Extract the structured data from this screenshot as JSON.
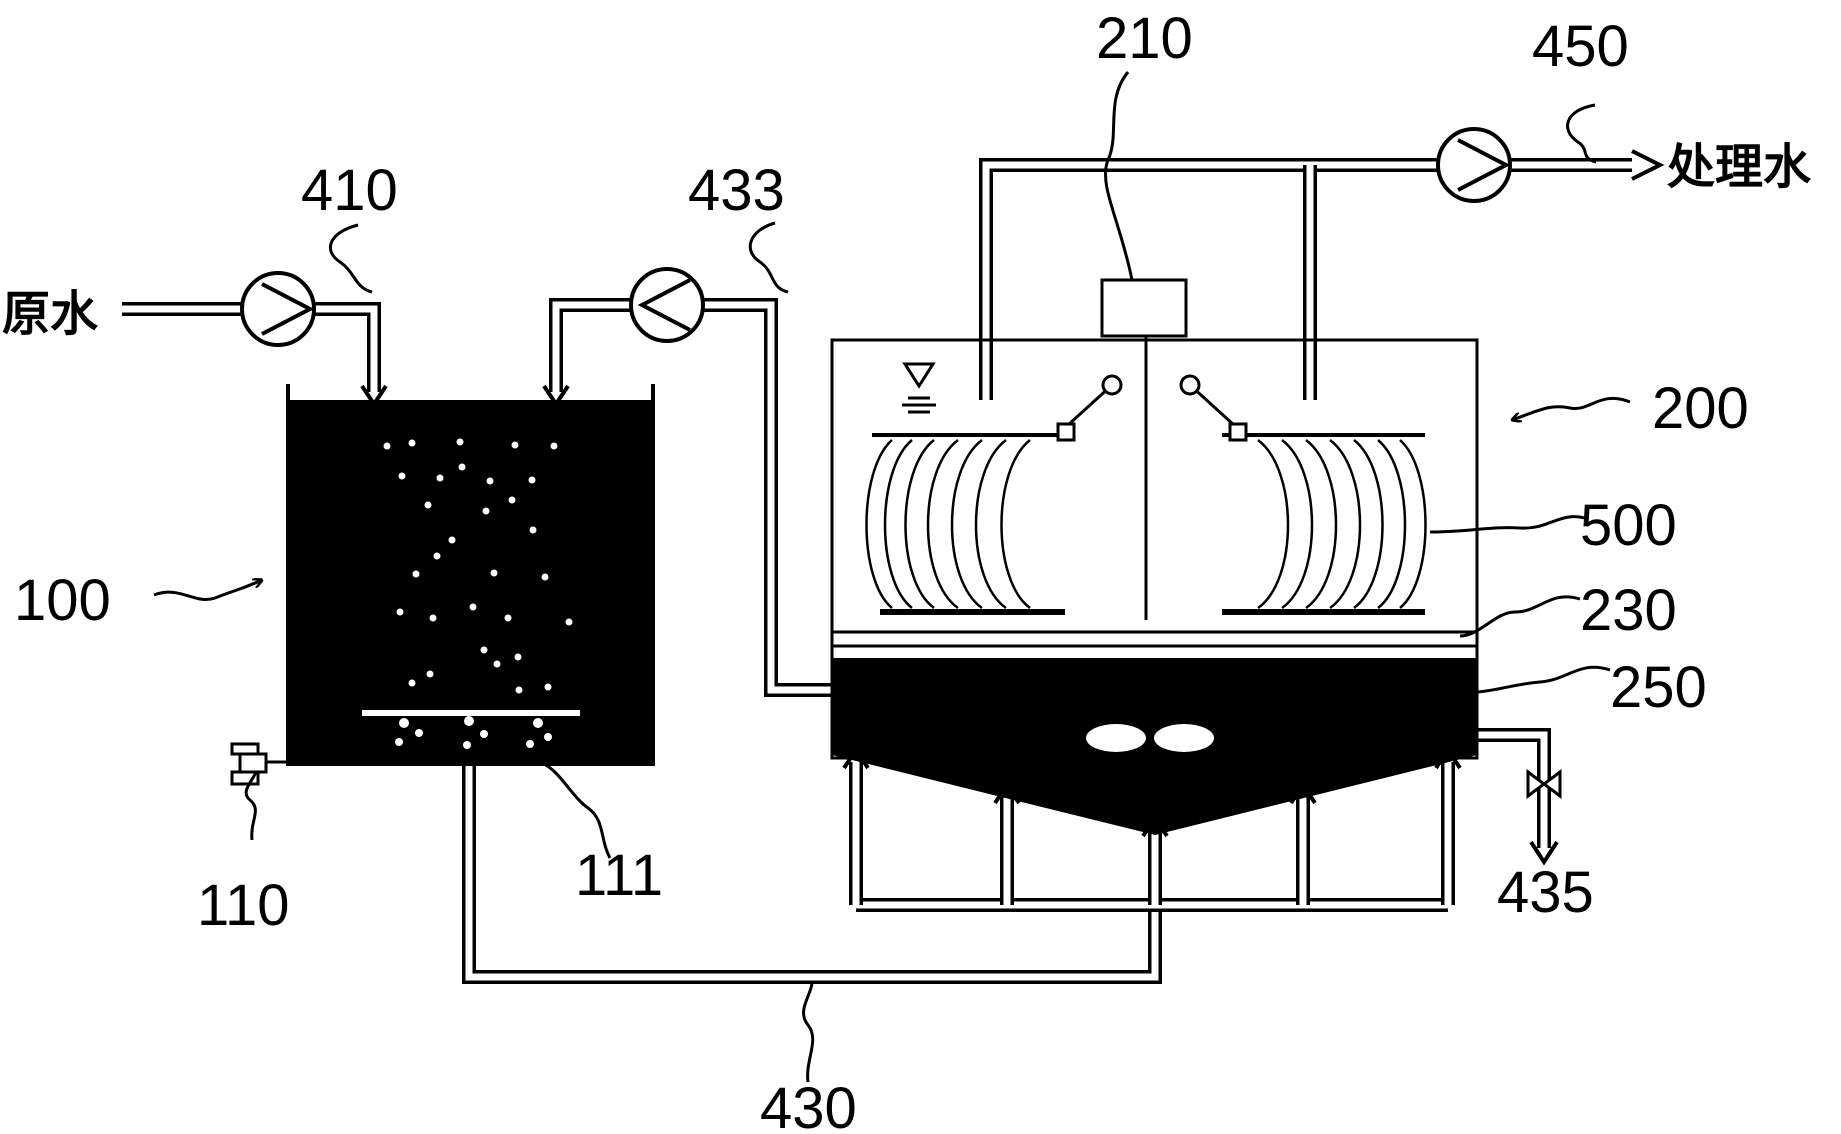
{
  "labels": {
    "raw_water": "原水",
    "treated_water": "处理水",
    "n100": "100",
    "n110": "110",
    "n111": "111",
    "n200": "200",
    "n210": "210",
    "n230": "230",
    "n250": "250",
    "n410": "410",
    "n430": "430",
    "n433": "433",
    "n435": "435",
    "n450": "450",
    "n500": "500"
  }
}
